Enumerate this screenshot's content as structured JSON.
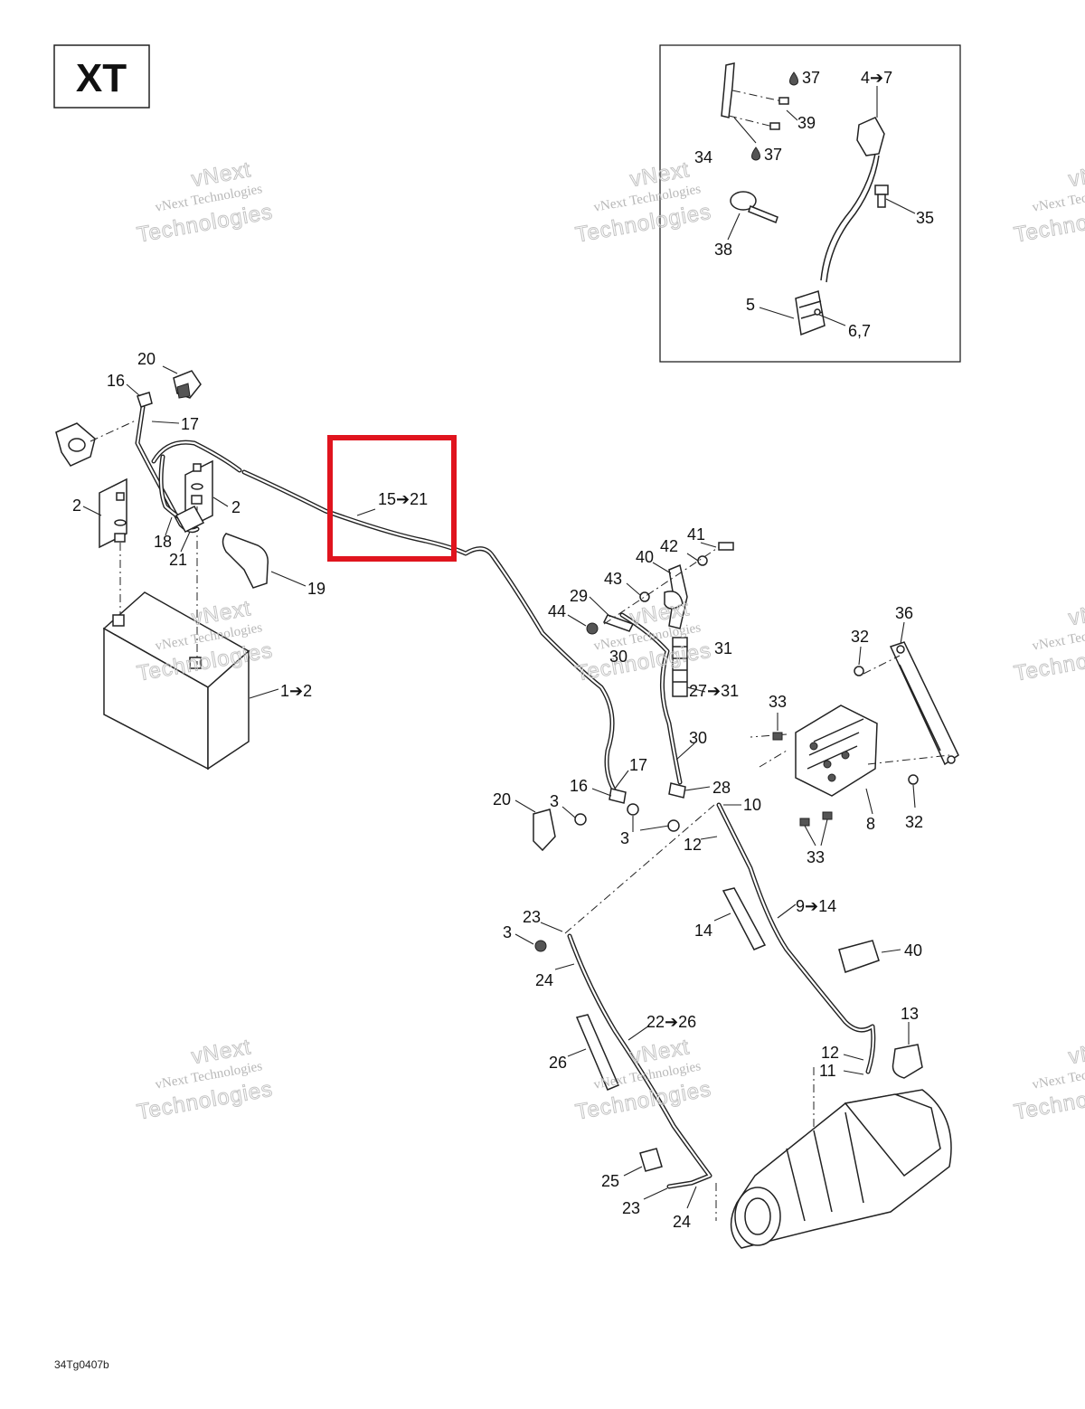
{
  "variant_label": "XT",
  "drawing_code": "34Tg0407b",
  "watermark": {
    "line1": "vNext Technologies",
    "line2": "vNext",
    "line3": "Technologies"
  },
  "highlight": {
    "label": "15➔21",
    "color": "#e0141e"
  },
  "callouts": {
    "c_37a": "37",
    "c_39": "39",
    "c_37b": "37",
    "c_34": "34",
    "c_47": "4➔7",
    "c_35": "35",
    "c_38": "38",
    "c_5": "5",
    "c_67": "6,7",
    "c_20a": "20",
    "c_16a": "16",
    "c_17a": "17",
    "c_2a": "2",
    "c_2b": "2",
    "c_18": "18",
    "c_21": "21",
    "c_19": "19",
    "c_12": "1➔2",
    "c_41": "41",
    "c_42": "42",
    "c_40a": "40",
    "c_43": "43",
    "c_29": "29",
    "c_44": "44",
    "c_30a": "30",
    "c_31": "31",
    "c_2731": "27➔31",
    "c_30b": "30",
    "c_32a": "32",
    "c_36": "36",
    "c_33a": "33",
    "c_17b": "17",
    "c_16b": "16",
    "c_28": "28",
    "c_20b": "20",
    "c_3a": "3",
    "c_10": "10",
    "c_3b": "3",
    "c_12b": "12",
    "c_8": "8",
    "c_32b": "32",
    "c_33b": "33",
    "c_914": "9➔14",
    "c_14": "14",
    "c_40b": "40",
    "c_23a": "23",
    "c_3c": "3",
    "c_24a": "24",
    "c_2226": "22➔26",
    "c_13": "13",
    "c_26": "26",
    "c_12c": "12",
    "c_11": "11",
    "c_25": "25",
    "c_23b": "23",
    "c_24b": "24"
  }
}
